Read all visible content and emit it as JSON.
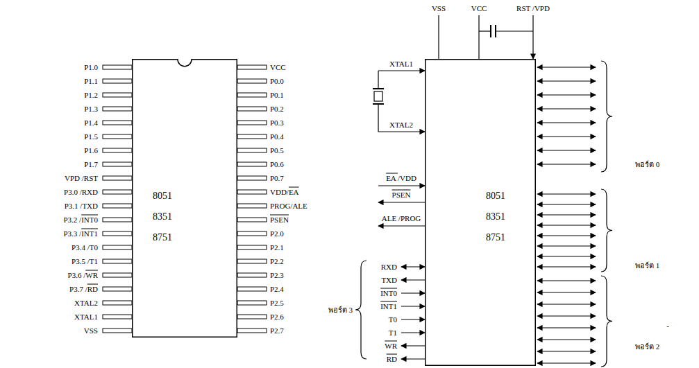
{
  "diagram": {
    "nodes": [
      {
        "text": [
          "8051",
          "8351",
          "8751"
        ]
      },
      {
        "text": [
          "8051",
          "8351",
          "8751"
        ]
      }
    ],
    "labels": [
      "P1.0",
      "P1.1",
      "P1.2",
      "P1.3",
      "P1.4",
      "P1.5",
      "P1.6",
      "P1.7",
      "VPD /RST",
      "P3.0 /RXD",
      "P3.1 /TXD",
      "P3.2 /INT0",
      "P3.3 /INT1",
      "P3.4 /T0",
      "P3.5 /T1",
      "P3.6 /WR",
      "P3.7 /RD",
      "XTAL2",
      "XTAL1",
      "VSS",
      "VCC",
      "P0.0",
      "P0.1",
      "P0.2",
      "P0.3",
      "P0.4",
      "P0.5",
      "P0.6",
      "P0.7",
      "VDD/EA",
      "PROG/ALE",
      "PSEN",
      "P2.0",
      "P2.1",
      "P2.2",
      "P2.3",
      "P2.4",
      "P2.5",
      "P2.6",
      "P2.7",
      "VSS",
      "VCC",
      "RST /VPD",
      "XTAL1",
      "XTAL2",
      "EA /VDD",
      "PSEN",
      "ALE /PROG",
      "RXD",
      "TXD",
      "INT0",
      "INT1",
      "T0",
      "T1",
      "WR",
      "RD",
      "พอร์ต 3",
      "พอร์ต 0",
      "พอร์ต 1",
      "-",
      "พอร์ต 2"
    ]
  }
}
